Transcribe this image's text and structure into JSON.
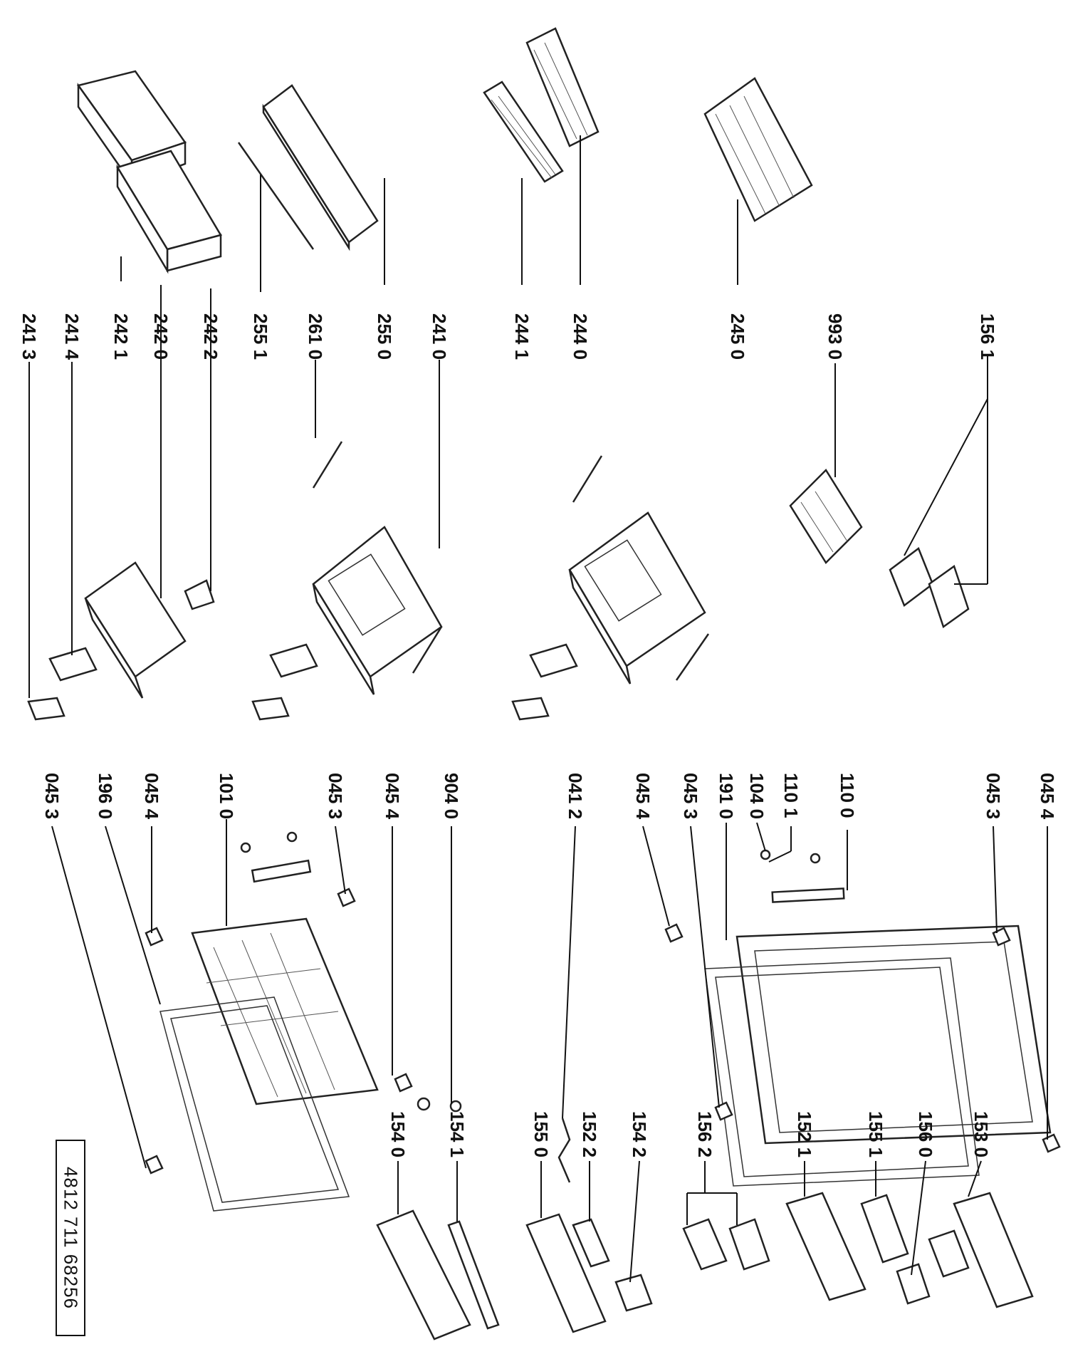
{
  "labels": {
    "p2413": "241 3",
    "p2414": "241 4",
    "p2421": "242 1",
    "p2420": "242 0",
    "p2422": "242 2",
    "p2551": "255 1",
    "p2610": "261 0",
    "p2550": "255 0",
    "p2410": "241 0",
    "p2441": "244 1",
    "p2440": "244 0",
    "p2450": "245 0",
    "p9930": "993 0",
    "p1561": "156 1",
    "p0453a": "045 3",
    "p1960": "196 0",
    "p0454a": "045 4",
    "p1010": "101 0",
    "p0453b": "045 3",
    "p0454b": "045 4",
    "p9040": "904 0",
    "p0412": "041 2",
    "p0454c": "045 4",
    "p0453c": "045 3",
    "p1910": "191 0",
    "p1040": "104 0",
    "p1101": "110 1",
    "p1100": "110 0",
    "p0453d": "045 3",
    "p0454d": "045 4",
    "p1540": "154 0",
    "p1541": "154 1",
    "p1550": "155 0",
    "p1522": "152 2",
    "p1542": "154 2",
    "p1562": "156 2",
    "p1521": "152 1",
    "p1551": "155 1",
    "p1560": "156 0",
    "p1530": "153 0"
  },
  "document_code": "4812 711 68256"
}
